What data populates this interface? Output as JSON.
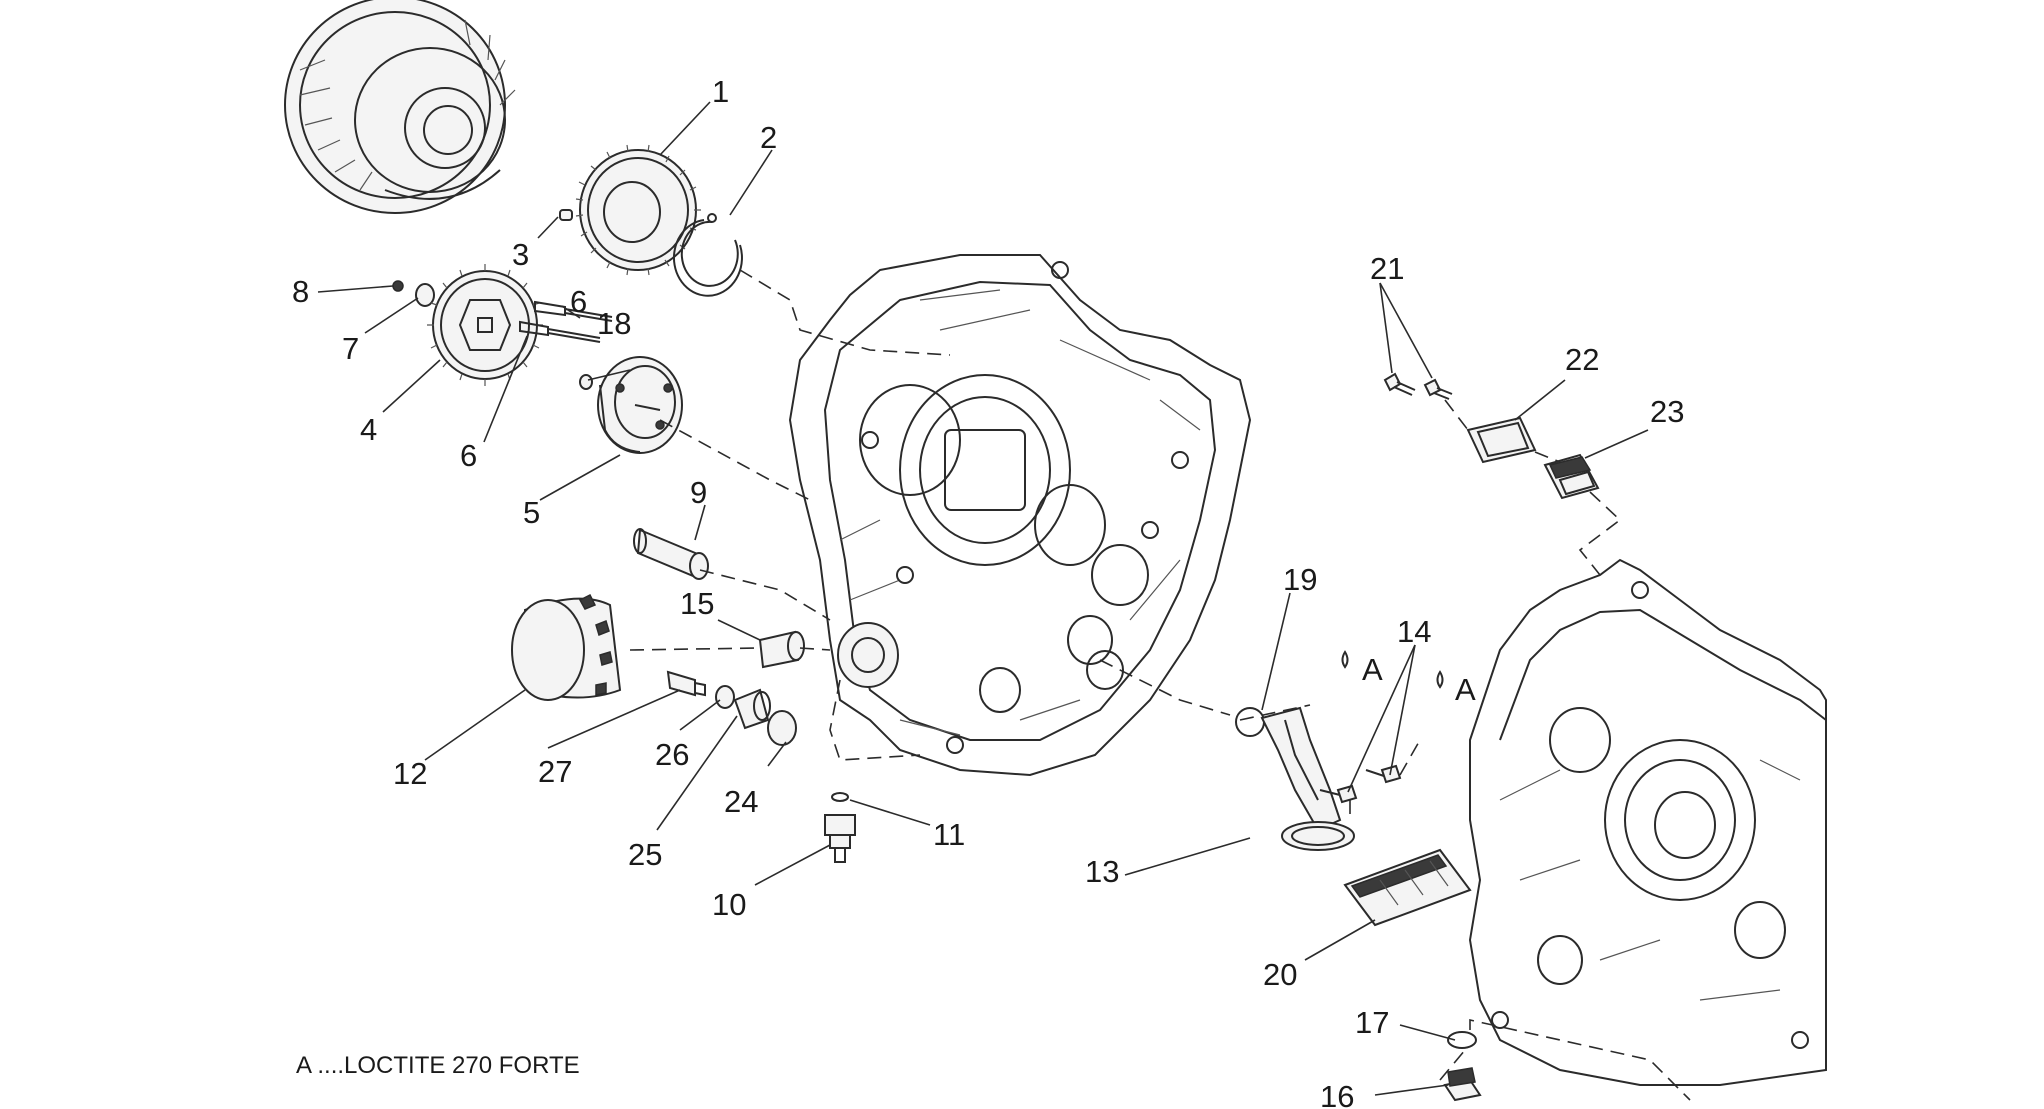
{
  "diagram": {
    "part_numbers": [
      "1",
      "2",
      "3",
      "4",
      "5",
      "6",
      "6",
      "7",
      "8",
      "9",
      "10",
      "11",
      "12",
      "13",
      "14",
      "15",
      "16",
      "17",
      "18",
      "19",
      "20",
      "21",
      "22",
      "23",
      "24",
      "25",
      "26",
      "27"
    ],
    "drop_markers": [
      "A",
      "A"
    ],
    "note": "A ....LOCTITE 270 FORTE"
  },
  "colors": {
    "line": "#2b2b2b",
    "background": "#ffffff"
  }
}
